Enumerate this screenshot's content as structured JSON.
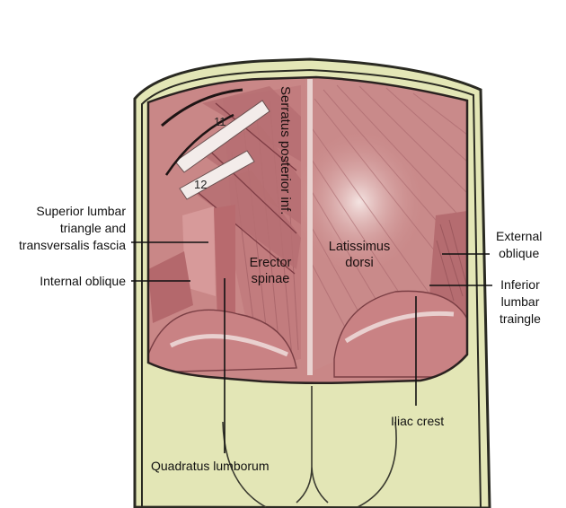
{
  "labels": {
    "superior_lumbar": [
      "Superior lumbar",
      "triangle and",
      "transversalis fascia"
    ],
    "internal_oblique": "Internal oblique",
    "external_oblique": [
      "External",
      "oblique"
    ],
    "inferior_lumbar": [
      "Inferior",
      "lumbar",
      "traingle"
    ],
    "iliac_crest": "Iliac crest",
    "quadratus_lumborum": "Quadratus lumborum",
    "latissimus_dorsi": [
      "Latissimus",
      "dorsi"
    ],
    "erector_spinae": [
      "Erector",
      "spinae"
    ],
    "serratus_posterior": "Serratus posterior inf.",
    "rib_11": "11",
    "rib_12": "12"
  },
  "colors": {
    "skin": "#e3e6b6",
    "skin_outline": "#2a2a22",
    "muscle": "#c98787",
    "muscle_dark": "#a85e62",
    "muscle_light": "#e6c4c0",
    "rib": "#f3ecea",
    "leader": "#111111"
  }
}
